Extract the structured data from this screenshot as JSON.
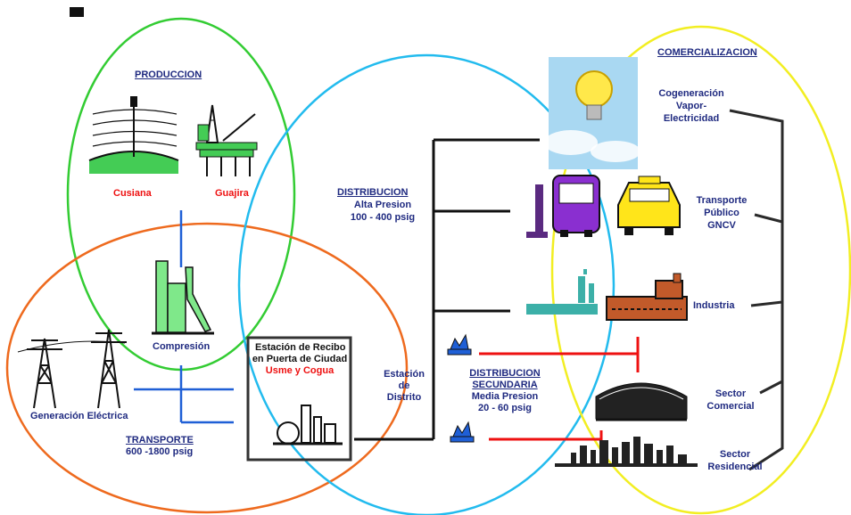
{
  "colors": {
    "production_circle": "#33cc33",
    "transport_circle": "#ee6a1e",
    "distribution_circle": "#22bbee",
    "commercial_circle": "#f2ee22",
    "secondary_line": "#ee1111",
    "transport_line": "#1f5fd6",
    "label_blue": "#1f2a80",
    "label_red": "#ee1111"
  },
  "labels": {
    "produccion": "PRODUCCION",
    "cusiana": "Cusiana",
    "guajira": "Guajira",
    "compresion": "Compresión",
    "generacion": "Generación Eléctrica",
    "transporte_title": "TRANSPORTE",
    "transporte_range": "600 -1800 psig",
    "estacion_recibo_1": "Estación de Recibo",
    "estacion_recibo_2": "en Puerta de Ciudad",
    "usme_cogua": "Usme y Cogua",
    "estacion_distrito_1": "Estación",
    "estacion_distrito_2": "de",
    "estacion_distrito_3": "Distrito",
    "distribucion_title": "DISTRIBUCION",
    "alta_presion": "Alta Presion",
    "alta_range": "100 - 400 psig",
    "dist_sec_1": "DISTRIBUCION",
    "dist_sec_2": "SECUNDARIA",
    "media_presion": "Media Presion",
    "media_range": "20 - 60 psig",
    "comercializacion": "COMERCIALIZACION",
    "cogen_1": "Cogeneración",
    "cogen_2": "Vapor-",
    "cogen_3": "Electricidad",
    "transp_pub_1": "Transporte",
    "transp_pub_2": "Público",
    "transp_pub_3": "GNCV",
    "industria": "Industria",
    "sector_com_1": "Sector",
    "sector_com_2": "Comercial",
    "sector_res_1": "Sector",
    "sector_res_2": "Residencial"
  },
  "icons": [
    "drilling-field-icon",
    "offshore-platform-icon",
    "compressor-icon",
    "power-tower-icon",
    "gas-plant-icon",
    "light-bulb-icon",
    "bus-icon",
    "taxi-icon",
    "gas-pump-icon",
    "factory-icon",
    "water-tank-icon",
    "stadium-icon",
    "city-skyline-icon",
    "valve-icon"
  ]
}
